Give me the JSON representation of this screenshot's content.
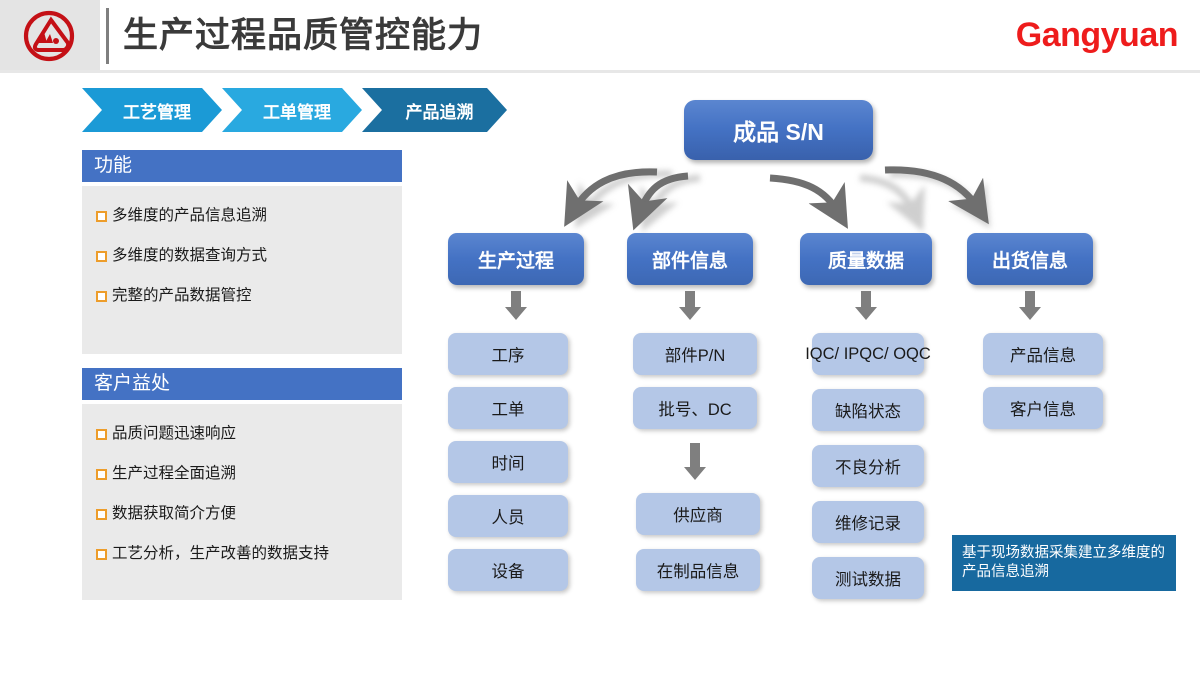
{
  "header": {
    "logo_icon": "gangyuan-circle-logo",
    "title": "生产过程品质管控能力",
    "brand": "Gangyuan",
    "brand_color": "#ee1c1c",
    "title_color": "#3a3a3a"
  },
  "tabs": [
    {
      "label": "工艺管理",
      "color": "#1b9ad6",
      "active": false
    },
    {
      "label": "工单管理",
      "color": "#29a9e0",
      "active": false
    },
    {
      "label": "产品追溯",
      "color": "#1b6fa0",
      "active": true
    }
  ],
  "sections": [
    {
      "title": "功能",
      "bullets": [
        "多维度的产品信息追溯",
        "多维度的数据查询方式",
        "完整的产品数据管控"
      ]
    },
    {
      "title": "客户益处",
      "bullets": [
        "品质问题迅速响应",
        "生产过程全面追溯",
        "数据获取简介方便",
        "工艺分析，生产改善的数据支持"
      ]
    }
  ],
  "diagram": {
    "root": "成品 S/N",
    "columns": [
      {
        "head": "生产过程",
        "items": [
          "工序",
          "工单",
          "时间",
          "人员",
          "设备"
        ]
      },
      {
        "head": "部件信息",
        "items": [
          "部件P/N",
          "批号、DC",
          "供应商",
          "在制品信息"
        ]
      },
      {
        "head": "质量数据",
        "items": [
          "IQC/ IPQC/ OQC",
          "缺陷状态",
          "不良分析",
          "维修记录",
          "测试数据"
        ]
      },
      {
        "head": "出货信息",
        "items": [
          "产品信息",
          "客户信息"
        ]
      }
    ],
    "callout": "基于现场数据采集建立多维度的产品信息追溯",
    "colors": {
      "header_blue": "#4472c4",
      "item_blue": "#b4c7e7",
      "callout_blue": "#17699f",
      "arrow_gray": "#7f7f7f",
      "bullet_orange": "#ed9d2b"
    }
  }
}
